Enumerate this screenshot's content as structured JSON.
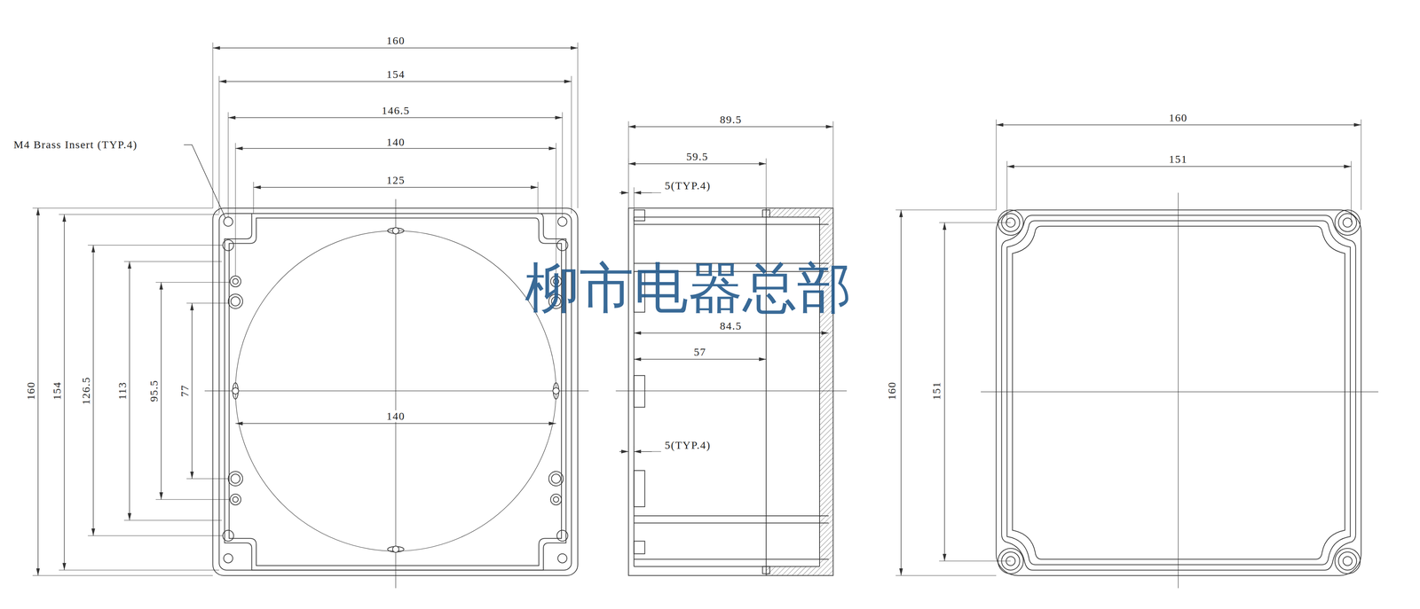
{
  "diagram": {
    "labels": [
      "M4 Brass Insert (TYP.4)",
      "160",
      "154",
      "146.5",
      "140",
      "125",
      "160",
      "154",
      "126.5",
      "113",
      "95.5",
      "77",
      "140",
      "89.5",
      "59.5",
      "5(TYP.4)",
      "84.5",
      "57",
      "5(TYP.4)",
      "160",
      "151",
      "160",
      "151",
      "柳市电器总部"
    ]
  }
}
